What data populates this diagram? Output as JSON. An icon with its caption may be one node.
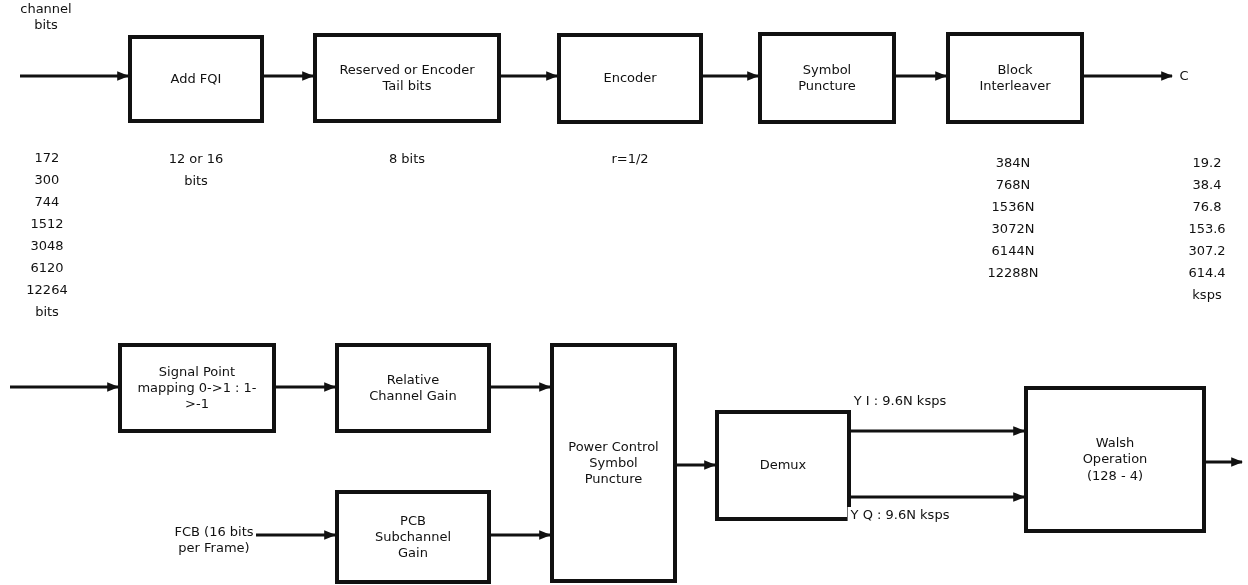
{
  "diagram": {
    "nodes": [
      {
        "text": [
          "channel bits"
        ]
      },
      {
        "text": [
          "Add FQI"
        ],
        "beside": [
          "12 or 16 bits"
        ]
      },
      {
        "text": [
          "Reserved or Encoder Tail bits"
        ],
        "beside": [
          "8 bits"
        ]
      },
      {
        "text": [
          "Encoder"
        ],
        "beside": [
          "r=1/2"
        ]
      },
      {
        "text": [
          "Symbol Puncture"
        ]
      },
      {
        "text": [
          "Block Interleaver"
        ],
        "beside": [
          "384N 768N 1536N 3072N 6144N 12288N"
        ]
      },
      {
        "text": [
          "C"
        ]
      },
      {
        "text": [
          "Signal Point mapping 0->1 : 1->-1"
        ]
      },
      {
        "text": [
          "Relative Channel Gain"
        ]
      },
      {
        "text": [
          "FCB (16 bits per Frame)"
        ]
      },
      {
        "text": [
          "PCB Subchannel Gain"
        ]
      },
      {
        "text": [
          "Power Control Symbol Puncture"
        ]
      },
      {
        "text": [
          "Demux"
        ]
      },
      {
        "text": [
          "Walsh Operation (128 - 4)"
        ]
      }
    ],
    "edges": [
      {
        "from": 0,
        "to": 1,
        "arrow": "to"
      },
      {
        "from": 1,
        "to": 2,
        "arrow": "to"
      },
      {
        "from": 2,
        "to": 3,
        "arrow": "to"
      },
      {
        "from": 3,
        "to": 4,
        "arrow": "to"
      },
      {
        "from": 4,
        "to": 5,
        "arrow": "to"
      },
      {
        "from": 5,
        "to": 6,
        "arrow": "to"
      },
      {
        "from": null,
        "to": 7,
        "arrow": "to"
      },
      {
        "from": 7,
        "to": 8,
        "arrow": "to"
      },
      {
        "from": 8,
        "to": 11,
        "arrow": "to"
      },
      {
        "from": 9,
        "to": 10,
        "arrow": "to"
      },
      {
        "from": 10,
        "to": 11,
        "arrow": "to"
      },
      {
        "from": 11,
        "to": 12,
        "arrow": "to"
      },
      {
        "from": 12,
        "to": 13,
        "label": "Y I : 9.6N ksps",
        "arrow": "to"
      },
      {
        "from": 12,
        "to": 13,
        "label": "Y Q : 9.6N ksps",
        "arrow": "to"
      },
      {
        "from": 13,
        "to": null,
        "arrow": "to"
      }
    ],
    "labels": [
      "172 300 744 1512 3048 6120 12264 bits",
      "19.2 38.4 76.8 153.6 307.2 614.4 ksps"
    ]
  }
}
